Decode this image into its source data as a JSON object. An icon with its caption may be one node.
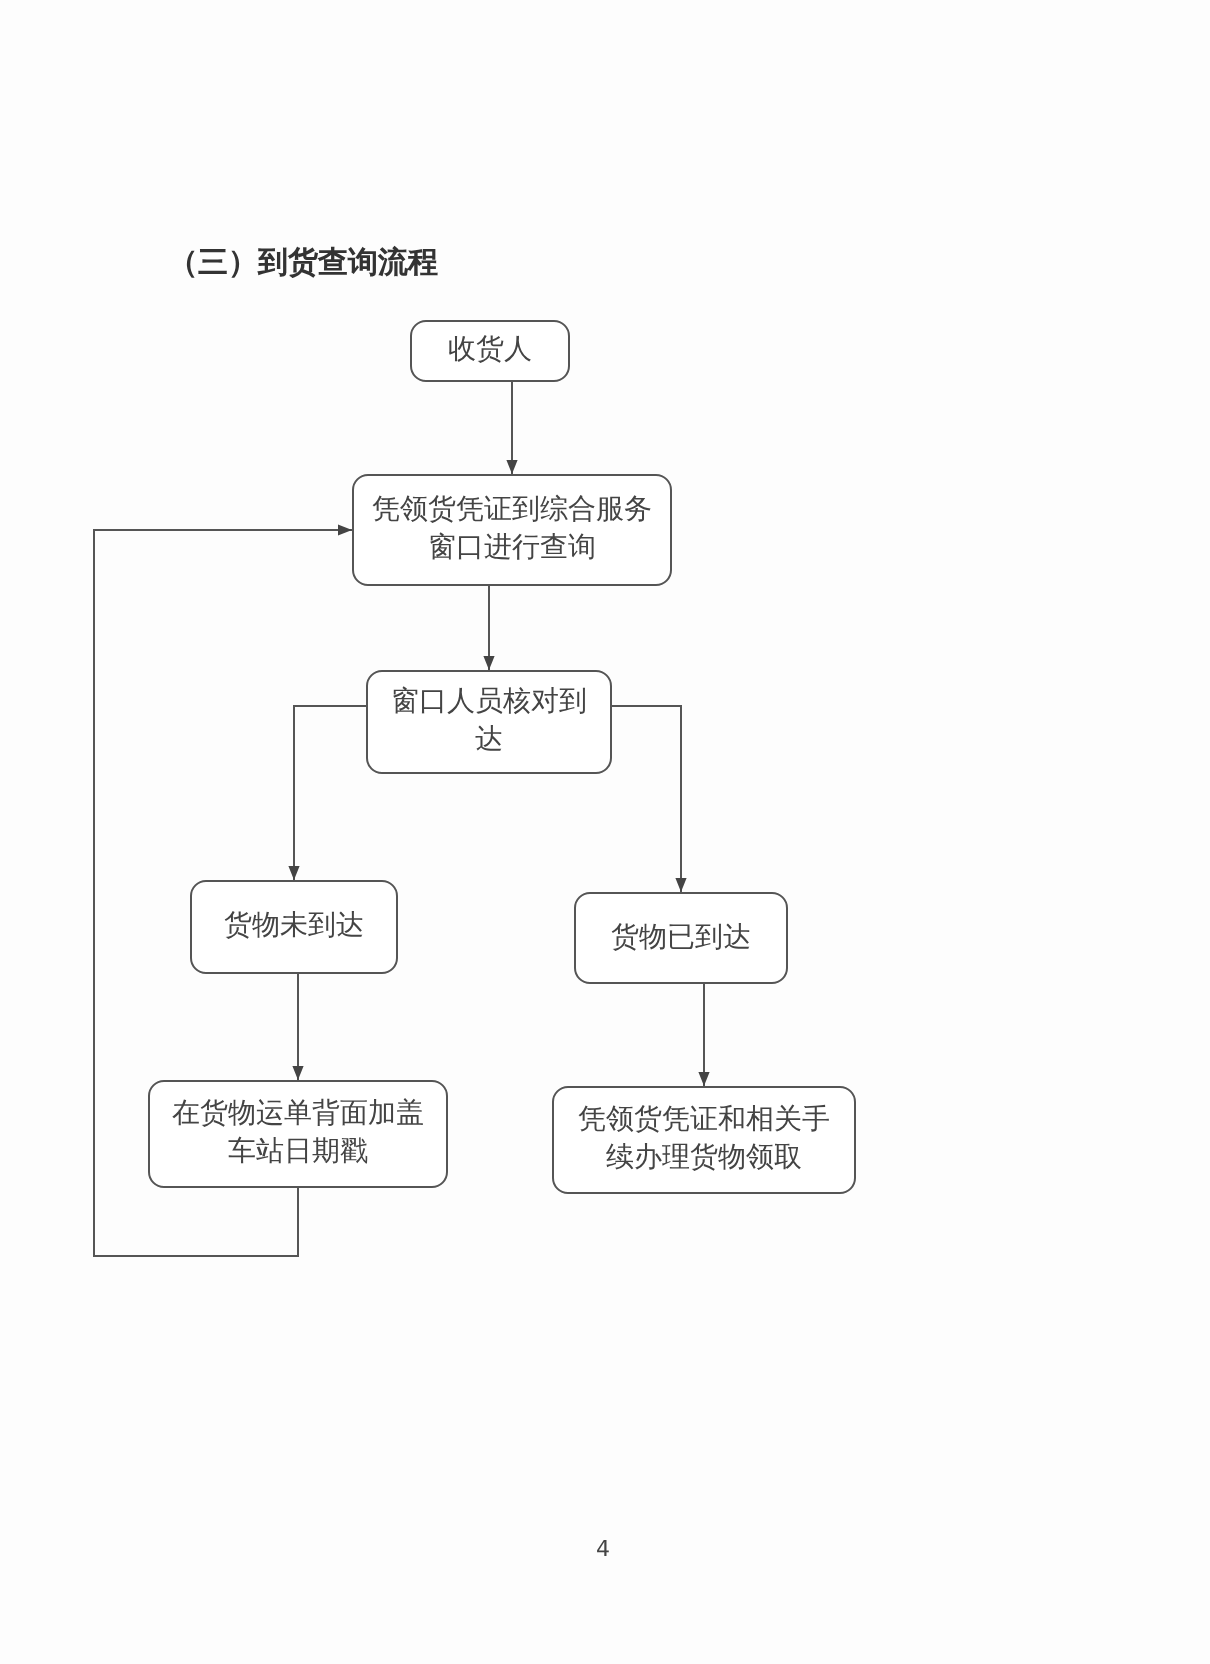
{
  "diagram": {
    "title": "（三）到货查询流程",
    "nodes": [
      {
        "text": [
          "收货人"
        ]
      },
      {
        "text": [
          "凭领货凭证到综合服务窗口进行查询"
        ]
      },
      {
        "text": [
          "窗口人员核对到达"
        ]
      },
      {
        "text": [
          "货物未到达"
        ]
      },
      {
        "text": [
          "货物已到达"
        ]
      },
      {
        "text": [
          "在货物运单背面加盖车站日期戳"
        ]
      },
      {
        "text": [
          "凭领货凭证和相关手续办理货物领取"
        ]
      }
    ],
    "edges": [
      {
        "from": 0,
        "to": 1,
        "arrow": "to"
      },
      {
        "from": 1,
        "to": 2,
        "arrow": "to"
      },
      {
        "from": 2,
        "to": 3,
        "arrow": "to"
      },
      {
        "from": 2,
        "to": 4,
        "arrow": "to"
      },
      {
        "from": 3,
        "to": 5,
        "arrow": "to"
      },
      {
        "from": 4,
        "to": 6,
        "arrow": "to"
      },
      {
        "from": 5,
        "to": 1,
        "arrow": "to"
      }
    ],
    "labels": [
      "4"
    ]
  }
}
